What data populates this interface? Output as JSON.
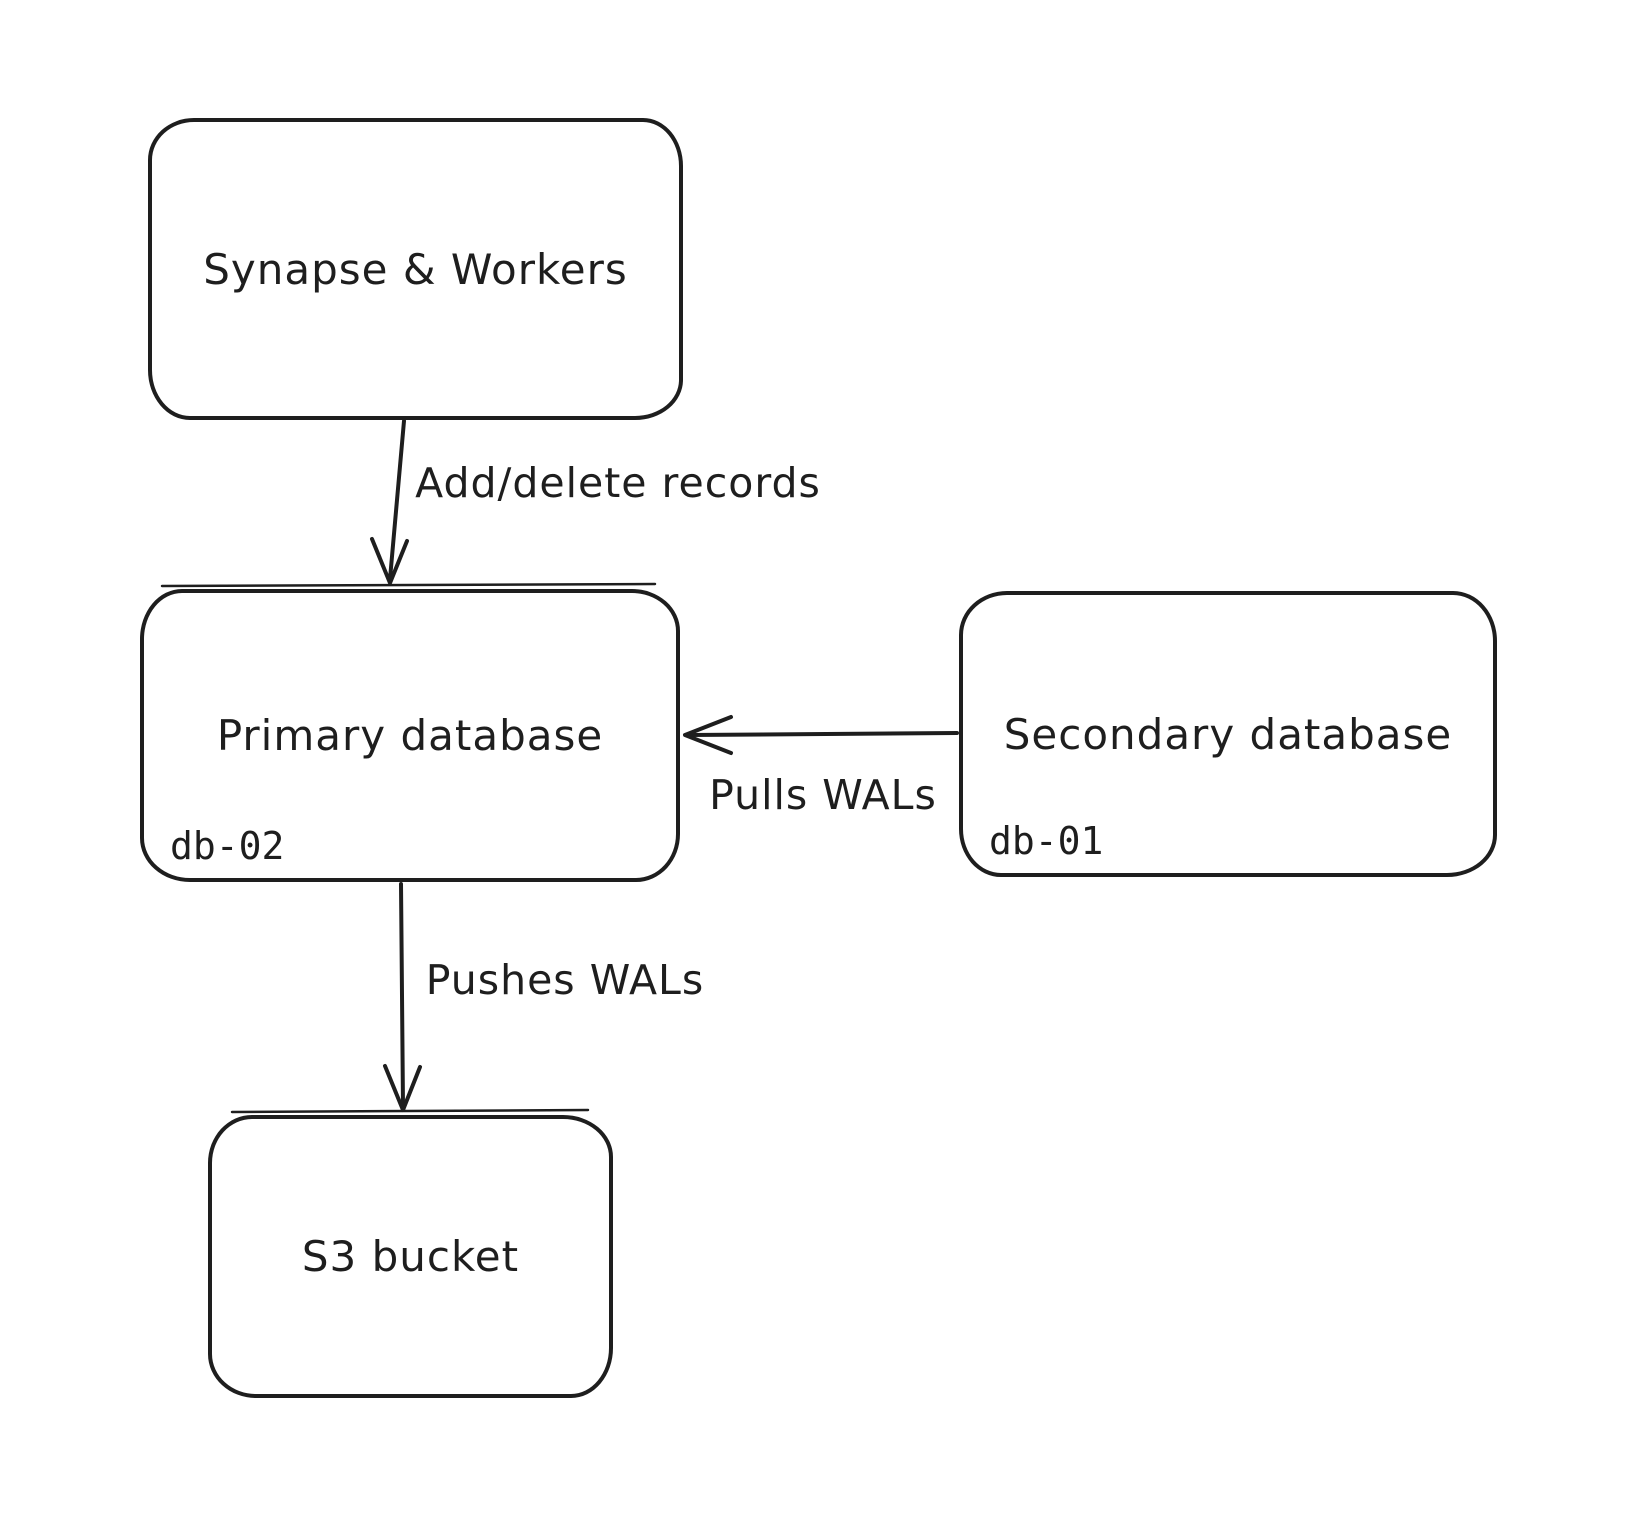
{
  "nodes": {
    "synapse": {
      "label": "Synapse & Workers"
    },
    "primary": {
      "label": "Primary database",
      "sublabel": "db-02"
    },
    "secondary": {
      "label": "Secondary database",
      "sublabel": "db-01"
    },
    "s3": {
      "label": "S3 bucket"
    }
  },
  "edges": {
    "add_delete": {
      "label": "Add/delete records",
      "from": "synapse",
      "to": "primary",
      "direction": "down"
    },
    "pulls": {
      "label": "Pulls WALs",
      "from": "secondary",
      "to": "primary",
      "direction": "left"
    },
    "pushes": {
      "label": "Pushes WALs",
      "from": "primary",
      "to": "s3",
      "direction": "down"
    }
  },
  "colors": {
    "stroke": "#1e1e1e",
    "background": "#ffffff"
  }
}
